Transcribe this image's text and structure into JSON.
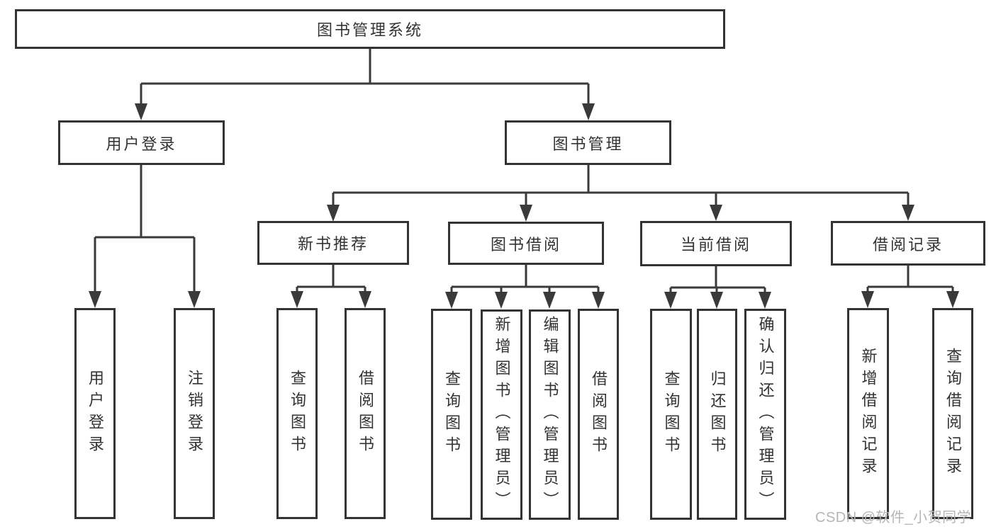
{
  "page": {
    "watermark": "CSDN @软件_小贺同学"
  },
  "colors": {
    "line": "#3a3a3a",
    "border": "#333333",
    "text": "#333333",
    "watermark": "#b5b5b5",
    "box_bg": "#ffffff"
  },
  "tree": {
    "root": {
      "label": "图书管理系统",
      "children": [
        {
          "label": "用户登录",
          "children": [
            {
              "label": "用户登录"
            },
            {
              "label": "注销登录"
            }
          ]
        },
        {
          "label": "图书管理",
          "children": [
            {
              "label": "新书推荐",
              "children": [
                {
                  "label": "查询图书"
                },
                {
                  "label": "借阅图书"
                }
              ]
            },
            {
              "label": "图书借阅",
              "children": [
                {
                  "label": "查询图书"
                },
                {
                  "label": "新增图书（管理员）"
                },
                {
                  "label": "编辑图书（管理员）"
                },
                {
                  "label": "借阅图书"
                }
              ]
            },
            {
              "label": "当前借阅",
              "children": [
                {
                  "label": "查询图书"
                },
                {
                  "label": "归还图书"
                },
                {
                  "label": "确认归还（管理员）"
                }
              ]
            },
            {
              "label": "借阅记录",
              "children": [
                {
                  "label": "新增借阅记录"
                },
                {
                  "label": "查询借阅记录"
                }
              ]
            }
          ]
        }
      ]
    }
  }
}
